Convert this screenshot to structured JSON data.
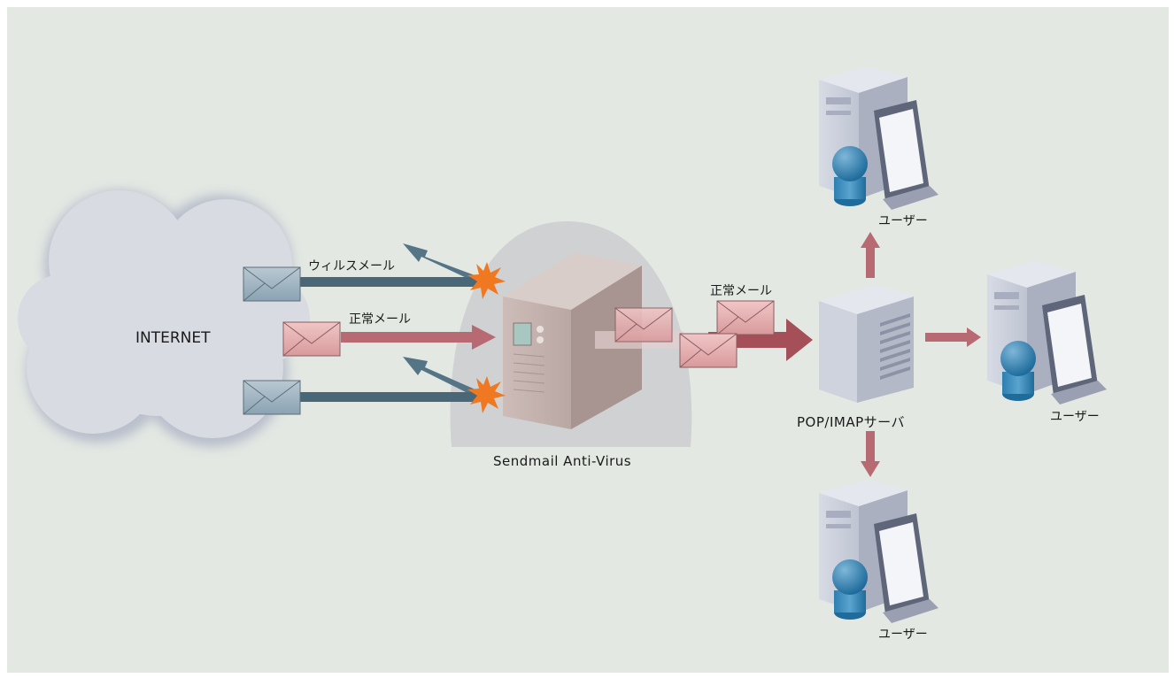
{
  "diagram": {
    "internet_label": "INTERNET",
    "virus_mail_label": "ウィルスメール",
    "normal_mail_label_left": "正常メール",
    "normal_mail_label_right": "正常メール",
    "antivirus_label": "Sendmail Anti-Virus",
    "pop_server_label": "POP/IMAPサーバ",
    "users": [
      {
        "label": "ユーザー"
      },
      {
        "label": "ユーザー"
      },
      {
        "label": "ユーザー"
      }
    ],
    "colors": {
      "background": "#e3e8e3",
      "virus_flow": "#4a6778",
      "normal_flow": "#b76a72",
      "cloud": "#d8dbe2",
      "burst": "#f07820"
    }
  }
}
